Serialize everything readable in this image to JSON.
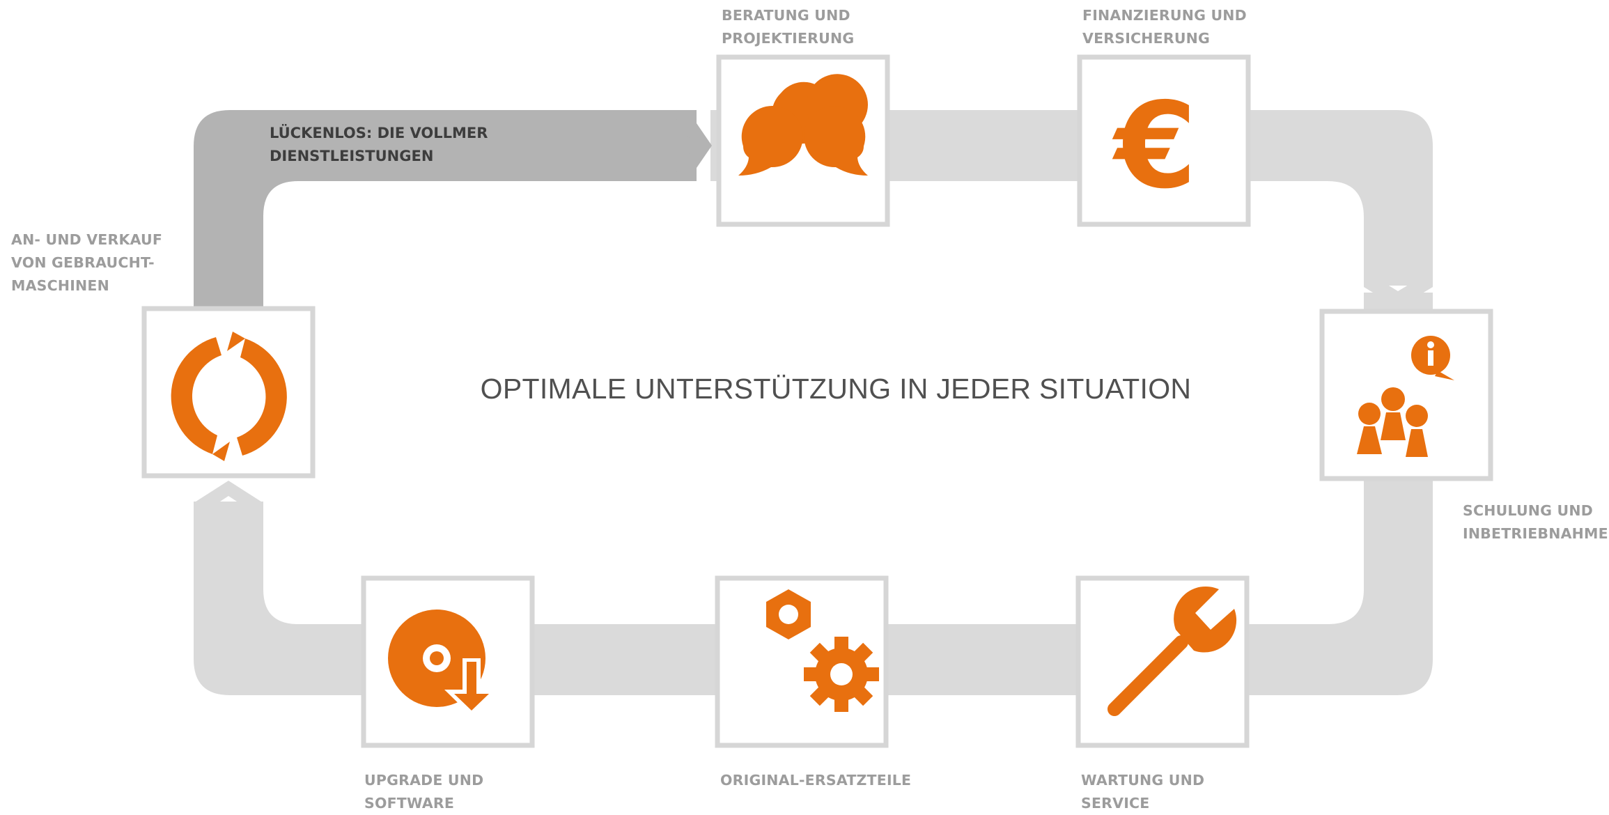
{
  "title": "OPTIMALE UNTERSTÜTZUNG IN JEDER SITUATION",
  "banner": [
    "LÜCKENLOS: DIE VOLLMER",
    "DIENSTLEISTUNGEN"
  ],
  "colors": {
    "accent": "#e8700f",
    "track": "#dadada",
    "track_dark": "#b3b3b3",
    "box_border": "#d6d6d6",
    "label": "#9c9c9c"
  },
  "steps": [
    {
      "id": "beratung",
      "icon": "question-exclamation-bubbles-icon",
      "label": [
        "BERATUNG UND",
        "PROJEKTIERUNG"
      ]
    },
    {
      "id": "finanzierung",
      "icon": "euro-icon",
      "label": [
        "FINANZIERUNG UND",
        "VERSICHERUNG"
      ]
    },
    {
      "id": "schulung",
      "icon": "people-info-icon",
      "label": [
        "SCHULUNG UND",
        "INBETRIEBNAHME"
      ]
    },
    {
      "id": "wartung",
      "icon": "wrench-icon",
      "label": [
        "WARTUNG UND",
        "SERVICE"
      ]
    },
    {
      "id": "ersatzteile",
      "icon": "nut-and-gear-icon",
      "label": [
        "ORIGINAL-ERSATZTEILE"
      ]
    },
    {
      "id": "upgrade",
      "icon": "disc-download-icon",
      "label": [
        "UPGRADE UND",
        "SOFTWARE"
      ]
    },
    {
      "id": "gebraucht",
      "icon": "circular-arrows-icon",
      "label": [
        "AN- UND VERKAUF",
        "VON GEBRAUCHT-",
        "MASCHINEN"
      ]
    }
  ]
}
